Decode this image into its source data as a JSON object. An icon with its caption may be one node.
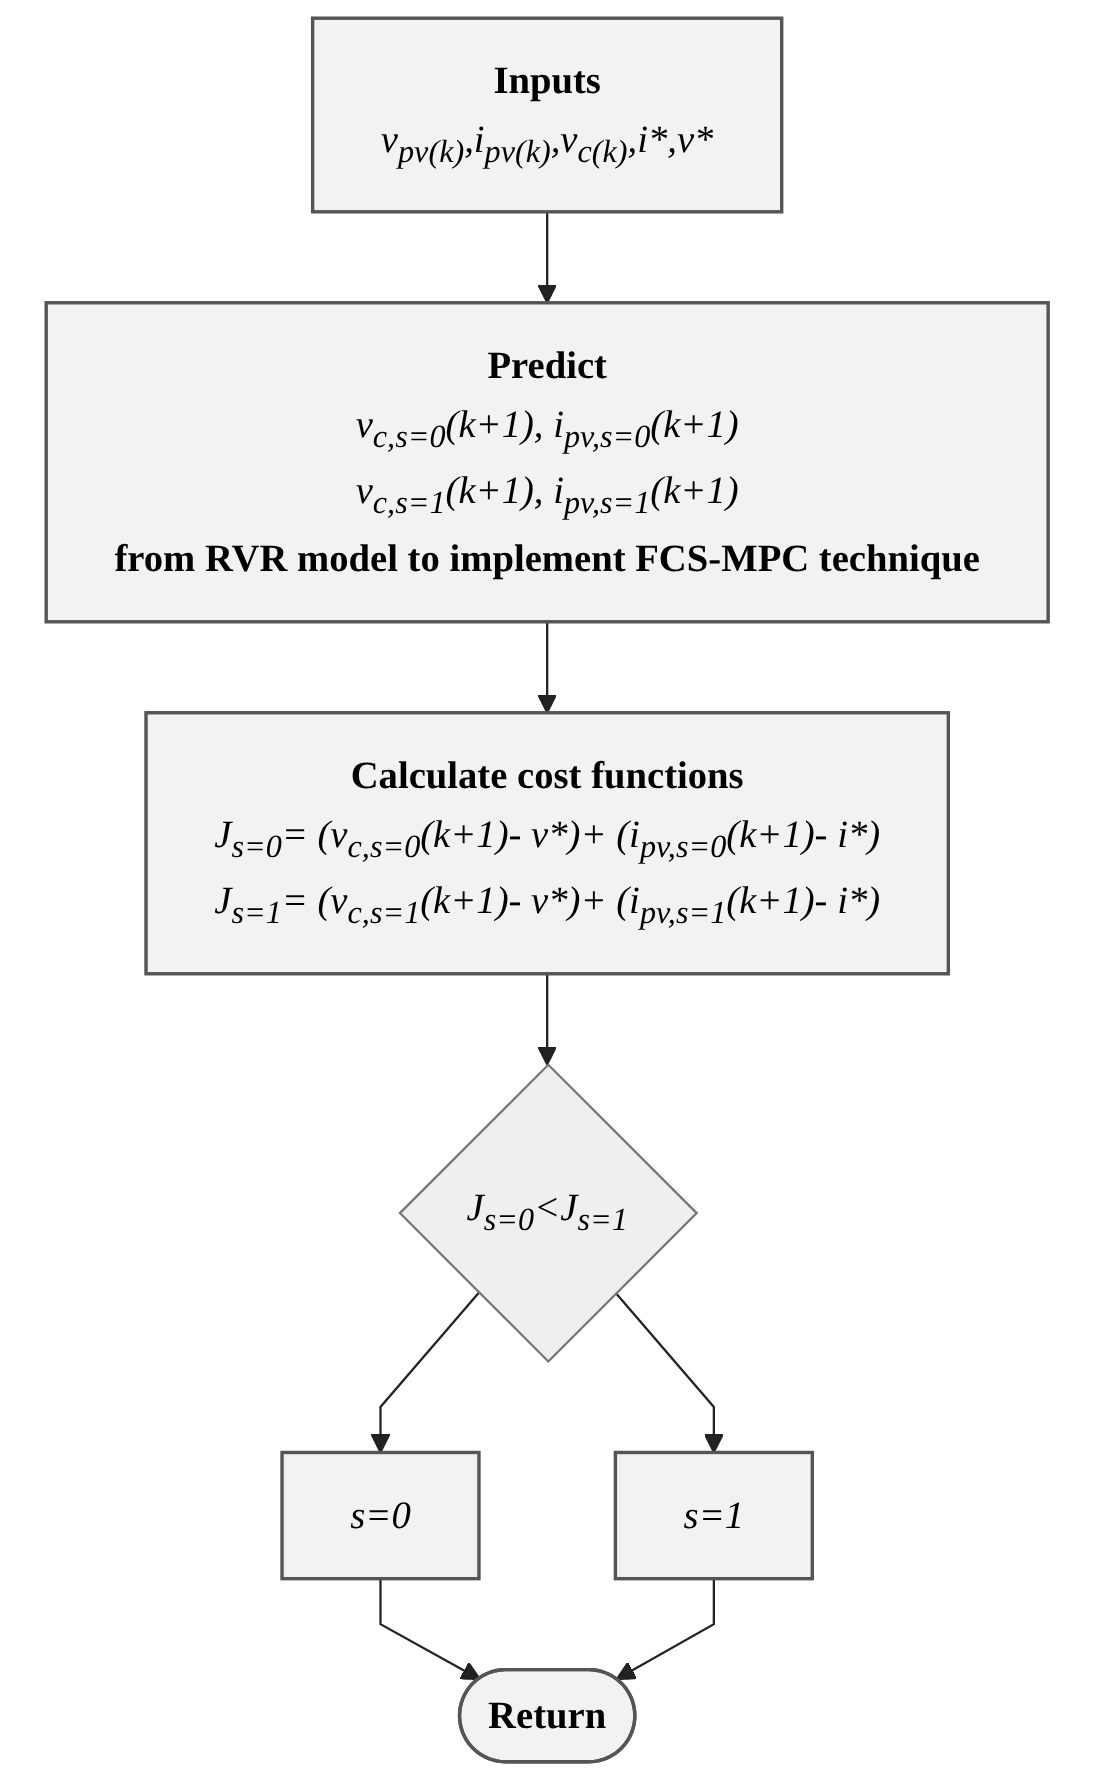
{
  "diagram": {
    "nodes": [
      {
        "text": [
          "Inputs",
          "v$_{pv(k)}$,i$_{pv(k)}$,v$_{c(k)}$,i*,v*"
        ]
      },
      {
        "text": [
          "Predict",
          "v$_{c,s=0}$(k+1), i$_{pv,s=0}$(k+1)",
          "v$_{c,s=1}$(k+1), i$_{pv,s=1}$(k+1)",
          "from RVR model to implement FCS-MPC technique"
        ]
      },
      {
        "text": [
          "Calculate cost functions",
          "J$_{s=0}$= (v$_{c,s=0}$(k+1)- v*)+ (i$_{pv,s=0}$(k+1)- i*)",
          "J$_{s=1}$= (v$_{c,s=1}$(k+1)- v*)+ (i$_{pv,s=1}$(k+1)- i*)"
        ]
      },
      {
        "text": [
          "J$_{s=0}$<J$_{s=1}$"
        ]
      },
      {
        "text": [
          "s=0"
        ]
      },
      {
        "text": [
          "s=1"
        ]
      },
      {
        "text": [
          "Return"
        ]
      }
    ],
    "edges": [
      {
        "from": 0,
        "to": 1,
        "arrow": "to"
      },
      {
        "from": 1,
        "to": 2,
        "arrow": "to"
      },
      {
        "from": 2,
        "to": 3,
        "arrow": "to"
      },
      {
        "from": 3,
        "to": 4,
        "arrow": "to"
      },
      {
        "from": 3,
        "to": 5,
        "arrow": "to"
      },
      {
        "from": 4,
        "to": 6,
        "arrow": "to"
      },
      {
        "from": 5,
        "to": 6,
        "arrow": "to"
      }
    ]
  }
}
